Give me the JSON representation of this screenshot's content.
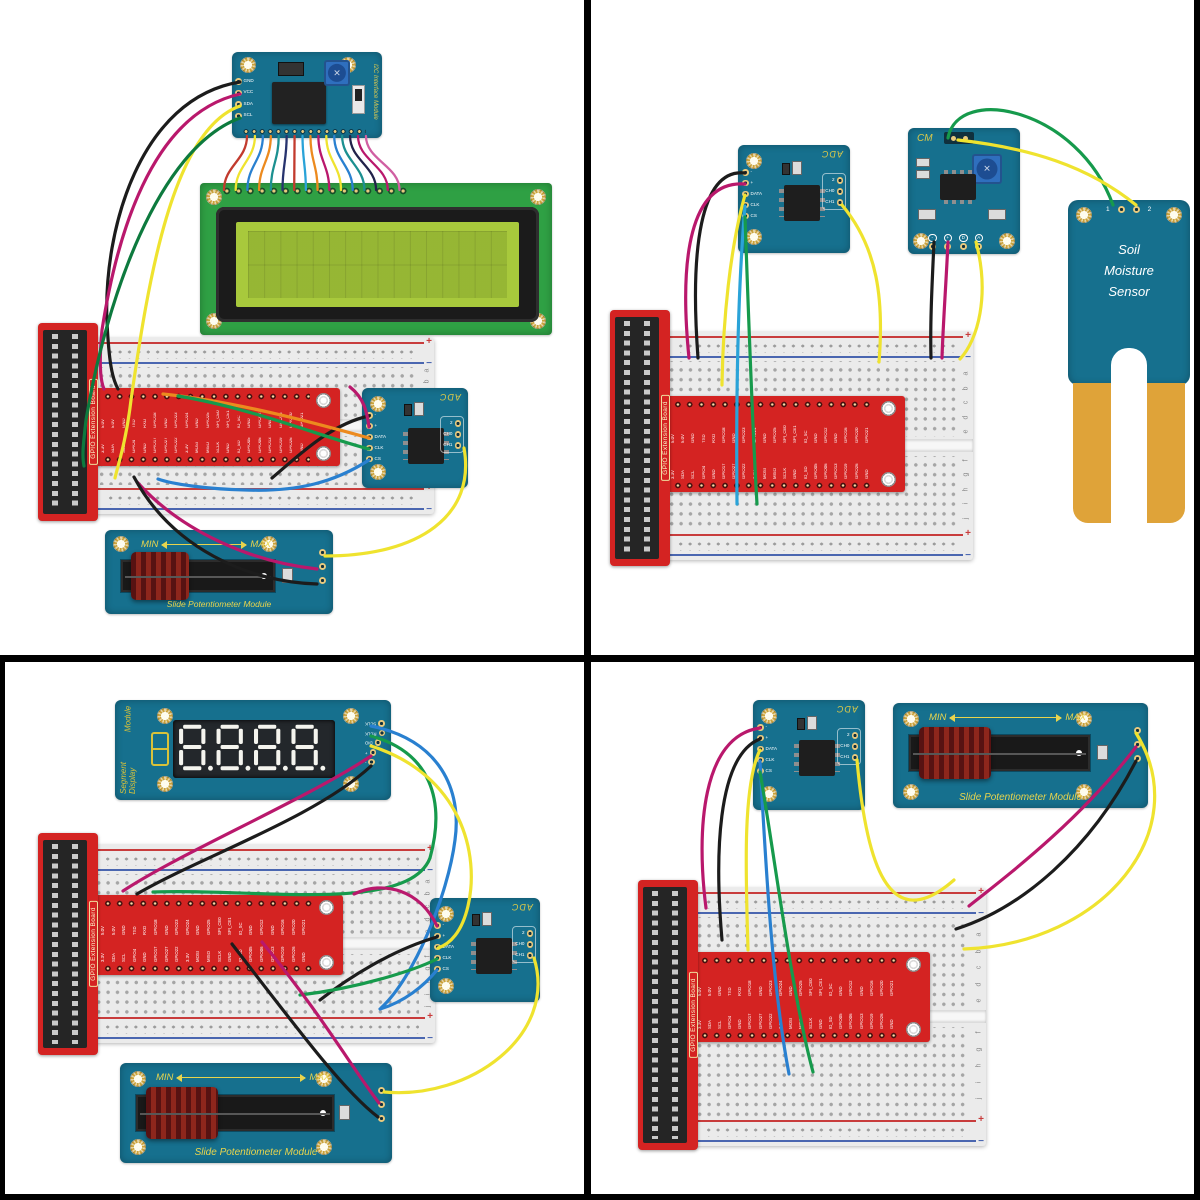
{
  "canvas": {
    "background": "#ffffff",
    "frame_color": "#000000"
  },
  "colors": {
    "board_teal": "#16708e",
    "board_red": "#d42322",
    "black": "#1c1c1c",
    "magenta": "#b9186c",
    "yellow": "#efe32f",
    "green": "#169a4c",
    "dark_green": "#0d7a3e",
    "blue": "#2980d0",
    "cyan": "#2aa3d8",
    "orange": "#ec8a1e",
    "rail_red": "#c83c3c",
    "rail_blue": "#4a66b0",
    "lcd_green": "#2fa044",
    "lcd_screen": "#a8c93c",
    "gold": "#d9a93c",
    "lcd_bundle": [
      "#c23b2e",
      "#efe32f",
      "#2980d0",
      "#ec8a1e",
      "#1c9090",
      "#27336e",
      "#c23b2e",
      "#2aa3d8",
      "#ec8a1e",
      "#b9186c",
      "#efe32f",
      "#2980d0",
      "#1c9090",
      "#22224a",
      "#b9186c",
      "#d05fa2"
    ]
  },
  "modules": {
    "i2c": {
      "title": "I2C Interface Module",
      "pins_left": [
        "GND",
        "VCC",
        "SDA",
        "SCL"
      ]
    },
    "lcd": {
      "columns": 16,
      "rows": 2
    },
    "adc": {
      "title": "ADC",
      "pins_left": [
        "-",
        "+",
        "DATA",
        "CLK",
        "CS"
      ],
      "pins_right": [
        "2",
        "CH0",
        "CH1"
      ]
    },
    "cm": {
      "title": "CM",
      "pins_bottom": [
        "-",
        "+",
        "D",
        "A"
      ]
    },
    "soil": {
      "title_lines": [
        "Soil",
        "Moisture",
        "Sensor"
      ],
      "pin_labels": [
        "1",
        "2"
      ]
    },
    "segment": {
      "title_lines": [
        "Segment Display",
        "Module"
      ],
      "digits": [
        "8.",
        "8.",
        "8.",
        "8."
      ],
      "pins": [
        "SCLK",
        "RCLK",
        "DIO",
        "+",
        "-"
      ]
    },
    "slide_pot": {
      "title": "Slide Potentiometer Module",
      "min_label": "MIN",
      "max_label": "MAX"
    },
    "gpio_board": {
      "title": "GPIO Extension Board",
      "row_top": [
        "5.0V",
        "5.0V",
        "GND",
        "TXD",
        "RXD",
        "GPIO18",
        "GND",
        "GPIO23",
        "GPIO24",
        "GND",
        "GPIO25",
        "SPI_CE0",
        "SPI_CE1",
        "ID_SC",
        "GND",
        "GPIO12",
        "GND",
        "GPIO16",
        "GPIO20",
        "GPIO21"
      ],
      "row_bottom": [
        "3.3V",
        "SDA",
        "SCL",
        "GPIO4",
        "GND",
        "GPIO17",
        "GPIO27",
        "GPIO22",
        "3.3V",
        "MOSI",
        "MISO",
        "SCLK",
        "GND",
        "ID_SD",
        "GPIO05",
        "GPIO06",
        "GPIO13",
        "GPIO19",
        "GPIO26",
        "GND"
      ]
    },
    "breadboard": {
      "plus": "+",
      "minus": "−",
      "letters_top": [
        "a",
        "b",
        "c",
        "d",
        "e"
      ],
      "letters_bottom": [
        "f",
        "g",
        "h",
        "i",
        "j"
      ]
    }
  }
}
